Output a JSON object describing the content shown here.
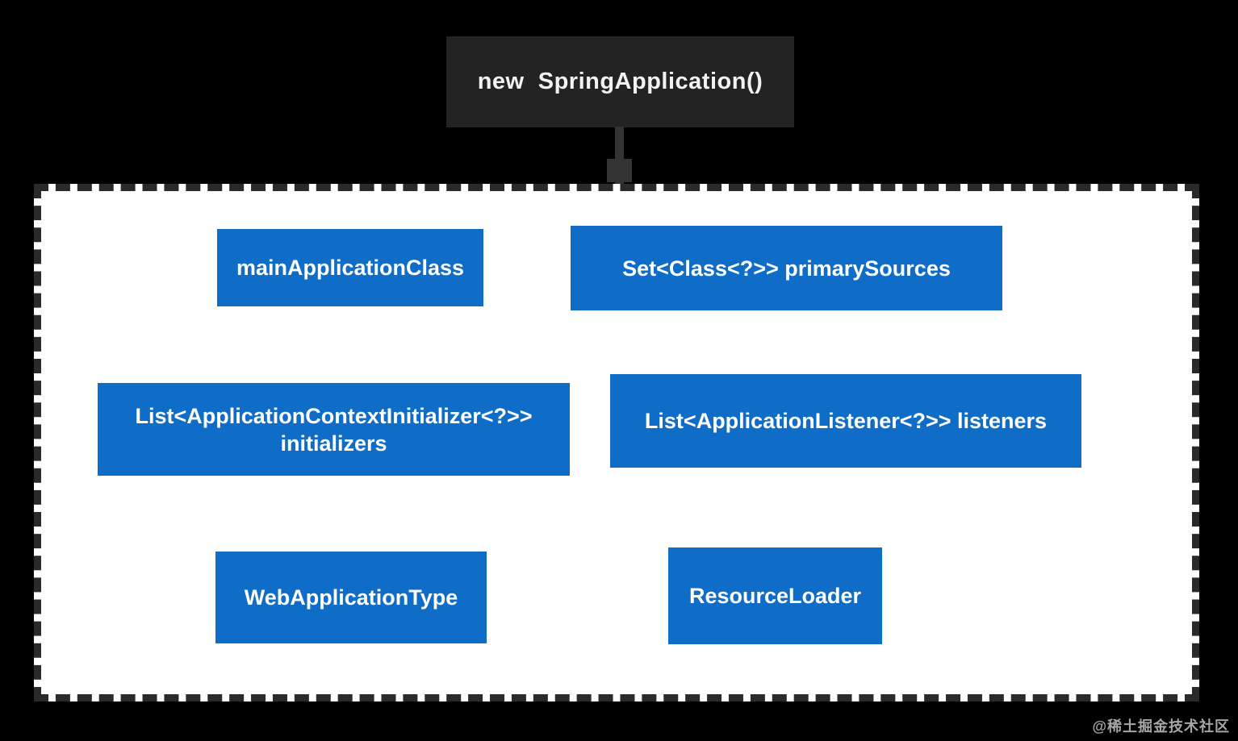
{
  "title_box": {
    "label": "new  SpringApplication()"
  },
  "panel": {
    "fields": [
      {
        "id": "mainApplicationClass",
        "label": "mainApplicationClass"
      },
      {
        "id": "primarySources",
        "label": "Set<Class<?>> primarySources"
      },
      {
        "id": "initializers",
        "label": "List<ApplicationContextInitializer<?>>\ninitializers"
      },
      {
        "id": "listeners",
        "label": "List<ApplicationListener<?>> listeners"
      },
      {
        "id": "webApplicationType",
        "label": "WebApplicationType"
      },
      {
        "id": "resourceLoader",
        "label": "ResourceLoader"
      }
    ]
  },
  "watermark": {
    "label": "@稀土掘金技术社区"
  },
  "colors": {
    "background": "#000000",
    "accent_blue": "#0f6cc7",
    "panel_bg": "#ffffff",
    "panel_border": "#2a2a2a",
    "title_bg": "#232323",
    "title_text": "#f2f2f2",
    "box_text": "#ffffff",
    "arrow": "#333333",
    "watermark": "#a6a6a6"
  }
}
